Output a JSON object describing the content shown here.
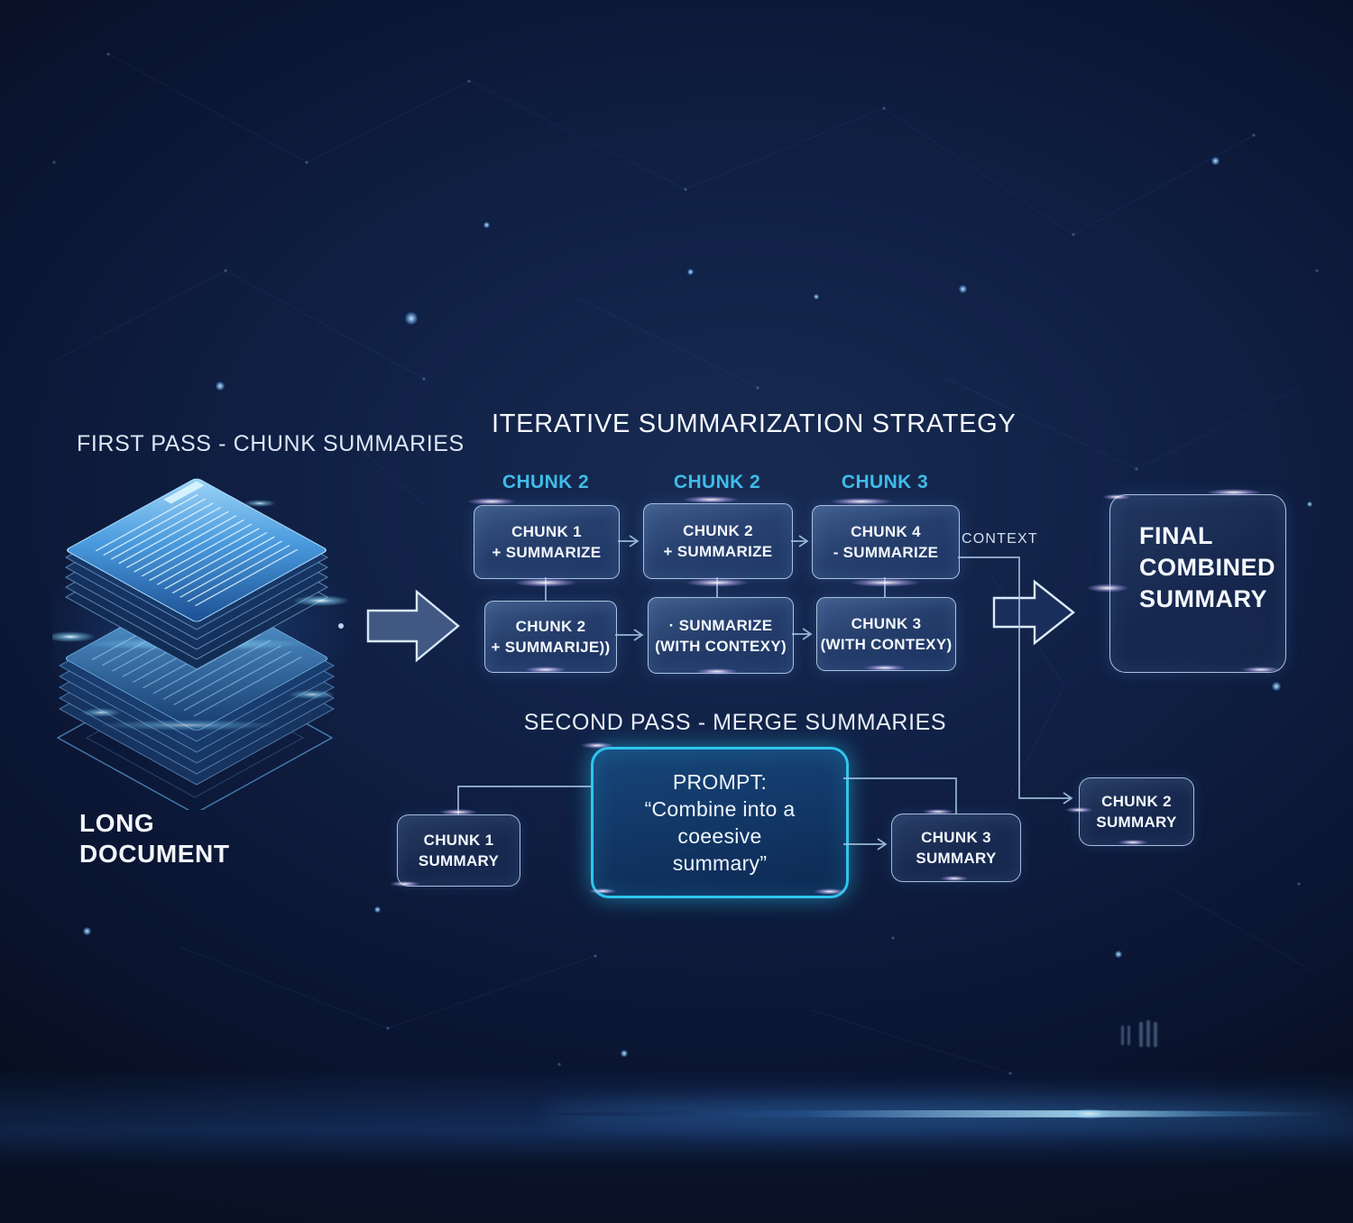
{
  "colors": {
    "background": "#0d1b3a",
    "accent_cyan": "#3fbce9",
    "prompt_border": "#2ec6ee",
    "box_border": "#bdd5f0",
    "text_primary": "#f4f8fe"
  },
  "left_panel": {
    "first_pass_heading": "FIRST PASS - CHUNK SUMMARIES",
    "long_document_line1": "LONG",
    "long_document_line2": "DOCUMENT",
    "stack_icon": "document-stack-icon"
  },
  "flow": {
    "title": "ITERATIVE SUMMARIZATION STRATEGY",
    "chunk_labels": [
      "CHUNK 2",
      "CHUNK 2",
      "CHUNK 3"
    ],
    "row1": [
      {
        "line1": "CHUNK 1",
        "line2": "+ SUMMARIZE"
      },
      {
        "line1": "CHUNK 2",
        "line2": "+ SUMMARIZE"
      },
      {
        "line1": "CHUNK 4",
        "line2": "- SUMMARIZE"
      }
    ],
    "context_label": "CONTEXT",
    "row2": [
      {
        "line1": "CHUNK 2",
        "line2": "+ SUMMARIJE))"
      },
      {
        "line1": "· SUNMARIZE",
        "line2": "(WITH CONTEXY)"
      },
      {
        "line1": "CHUNK 3",
        "line2": "(WITH CONTEXY)"
      }
    ],
    "final_box": {
      "line1": "FINAL",
      "line2": "COMBINED",
      "line3": "SUMMARY"
    }
  },
  "second_pass": {
    "heading": "SECOND PASS - MERGE SUMMARIES",
    "prompt_box": {
      "line1": "PROMPT:",
      "line2": "“Combine into a",
      "line3": "coeesive",
      "line4": "summary”"
    },
    "chunk1_summary": {
      "line1": "CHUNK 1",
      "line2": "SUMMARY"
    },
    "chunk3_summary": {
      "line1": "CHUNK 3",
      "line2": "SUMMARY"
    },
    "chunk2_summary": {
      "line1": "CHUNK 2",
      "line2": "SUMMARY"
    }
  },
  "icons": {
    "stack": "document-stack-icon",
    "arrow_left": "big-right-arrow-icon",
    "arrow_right": "outline-right-arrow-icon",
    "bars": "signal-bars-icon"
  }
}
